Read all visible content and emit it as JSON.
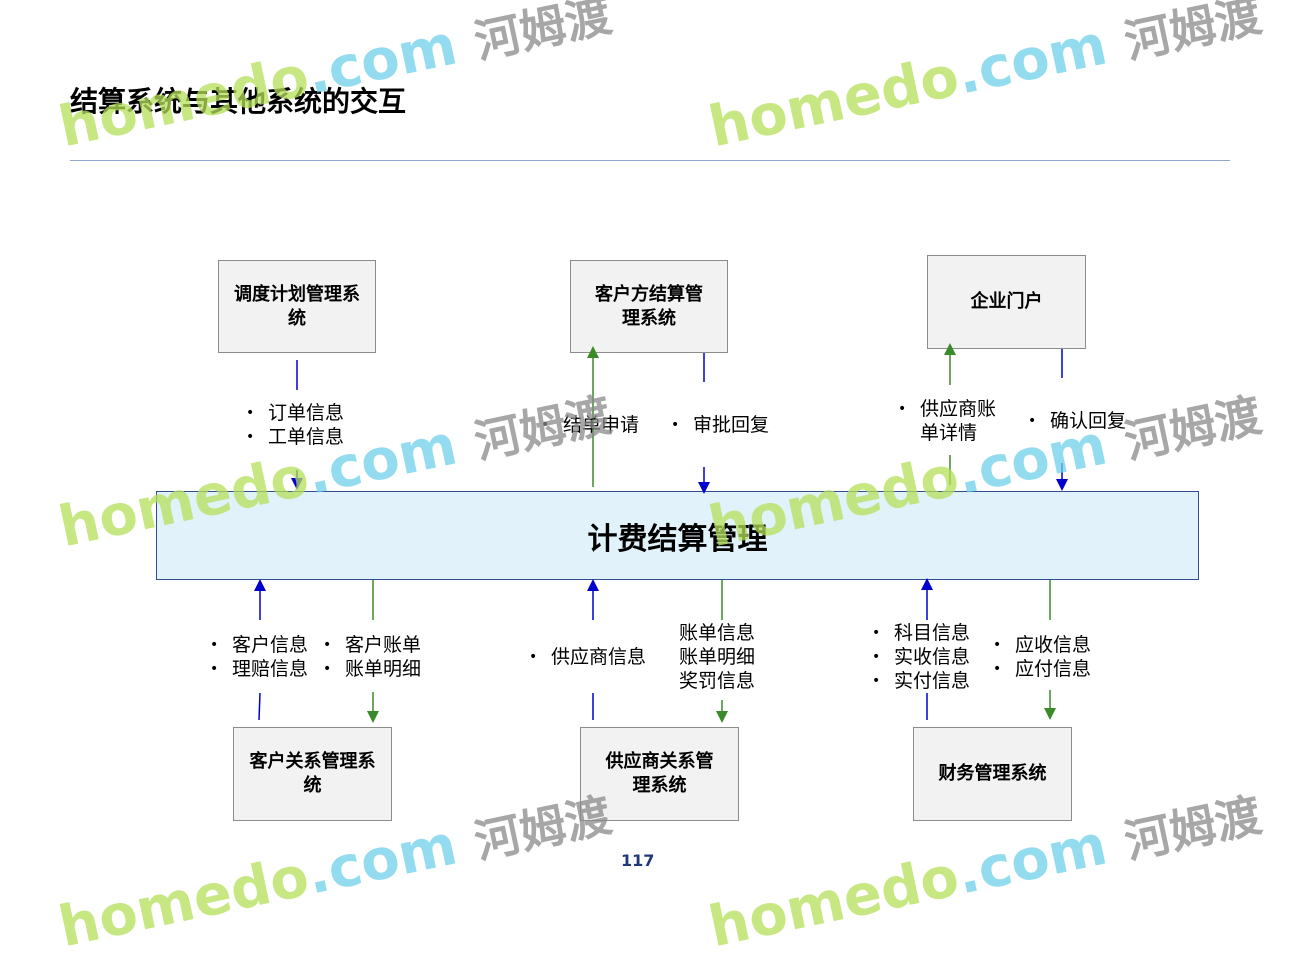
{
  "title": "结算系统与其他系统的交互",
  "center": "计费结算管理",
  "systems": {
    "dispatch": "调度计划管理系统",
    "client_settle": "客户方结算管理系统",
    "portal": "企业门户",
    "crm": "客户关系管理系统",
    "srm": "供应商关系管理系统",
    "finance": "财务管理系统"
  },
  "flows": {
    "dispatch_in": [
      "订单信息",
      "工单信息"
    ],
    "client_out": [
      "结单申请"
    ],
    "client_in": [
      "审批回复"
    ],
    "portal_out": [
      "供应商账单详情"
    ],
    "portal_in": [
      "确认回复"
    ],
    "crm_in": [
      "客户信息",
      "理赔信息"
    ],
    "crm_out": [
      "客户账单",
      "账单明细"
    ],
    "srm_in": [
      "供应商信息"
    ],
    "srm_out": [
      "账单信息",
      "账单明细",
      "奖罚信息"
    ],
    "fin_in": [
      "科目信息",
      "实收信息",
      "实付信息"
    ],
    "fin_out": [
      "应收信息",
      "应付信息"
    ]
  },
  "page_number": "117",
  "watermark": {
    "brand": "homedo",
    "domain": ".com",
    "cn": "河姆渡"
  },
  "colors": {
    "blue": "#0000cc",
    "green": "#3a8a2a"
  }
}
